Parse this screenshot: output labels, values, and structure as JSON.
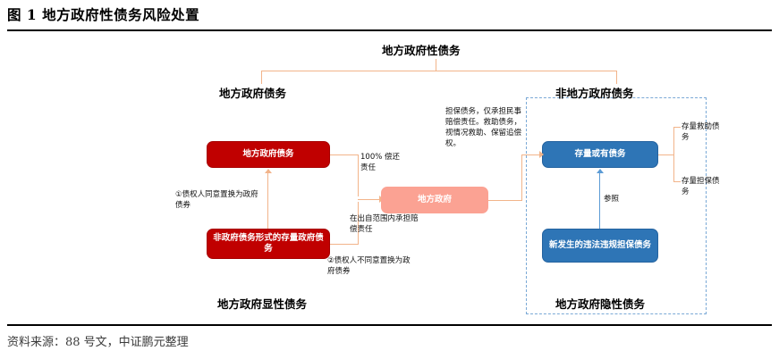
{
  "figure": {
    "title": "图 1   地方政府性债务风险处置",
    "source": "资料来源：88 号文，中证鹏元整理"
  },
  "diagram": {
    "root_label": "地方政府性债务",
    "branch_left_label": "地方政府债务",
    "branch_right_label": "非地方政府债务",
    "boxes": {
      "local_gov_debt": "地方政府债务",
      "stock_gov_debt_nonbond": "非政府债务形式的存量政府债务",
      "local_government": "地方政府",
      "stock_contingent_debt": "存量或有债务",
      "new_illegal_guarantee_debt": "新发生的违法违规担保债务"
    },
    "notes": {
      "repay_100": "100% 偿还责任",
      "creditor_agree": "①债权人同意置换为政府债券",
      "creditor_disagree": "②债权人不同意置换为政府债券",
      "within_contribution": "在出自范围内承担赔偿责任",
      "guarantee_explain": "担保债务，仅承担民事赔偿责任。救助债务，视情况救助、保留追偿权。",
      "refer_to": "参照"
    },
    "right_sub_labels": {
      "stock_rescue_debt": "存量救助债务",
      "stock_guarantee_debt": "存量担保债务"
    },
    "bottom_labels": {
      "explicit": "地方政府显性债务",
      "implicit": "地方政府隐性债务"
    }
  },
  "colors": {
    "red_box": "#c00000",
    "pink_box": "#fba293",
    "blue_box": "#2e75b6",
    "connector_orange": "#f2b48a",
    "connector_blue": "#5b9bd5",
    "dashed_border": "#7aa9d6"
  }
}
